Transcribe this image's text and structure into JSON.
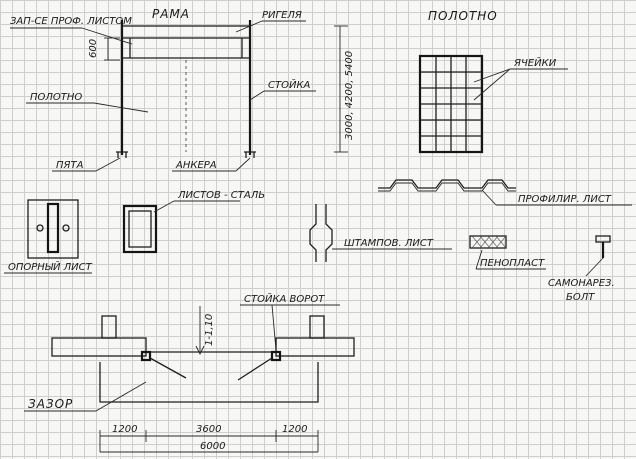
{
  "frame": {
    "title": "РАМА",
    "label_infill": "ЗАП-СЕ ПРОФ. ЛИСТОМ",
    "label_riegel": "РИГЕЛЯ",
    "label_canvas": "ПОЛОТНО",
    "label_post": "СТОЙКА",
    "label_heel": "ПЯТА",
    "label_anchors": "АНКЕРА",
    "dim_top": "600",
    "dim_height": "3000, 4200, 5400"
  },
  "panel": {
    "title": "ПОЛОТНО",
    "label_cells": "ЯЧЕЙКИ"
  },
  "profiled_sheet": {
    "label": "ПРОФИЛИР. ЛИСТ"
  },
  "support_plate": {
    "label": "ОПОРНЫЙ ЛИСТ"
  },
  "steel_sheets": {
    "label": "ЛИСТОВ - СТАЛЬ"
  },
  "stamped_sheet": {
    "label": "ШТАМПОВ. ЛИСТ"
  },
  "foam": {
    "label": "ПЕНОПЛАСТ"
  },
  "self_tapping": {
    "label": "САМОНАРЕЗ. БОЛТ"
  },
  "plan": {
    "label_gate_post": "СТОЙКА ВОРОТ",
    "label_cl": "1-1,10",
    "label_clearance": "ЗАЗОР",
    "dims": [
      "1200",
      "3600",
      "1200"
    ],
    "dim_total": "6000"
  }
}
